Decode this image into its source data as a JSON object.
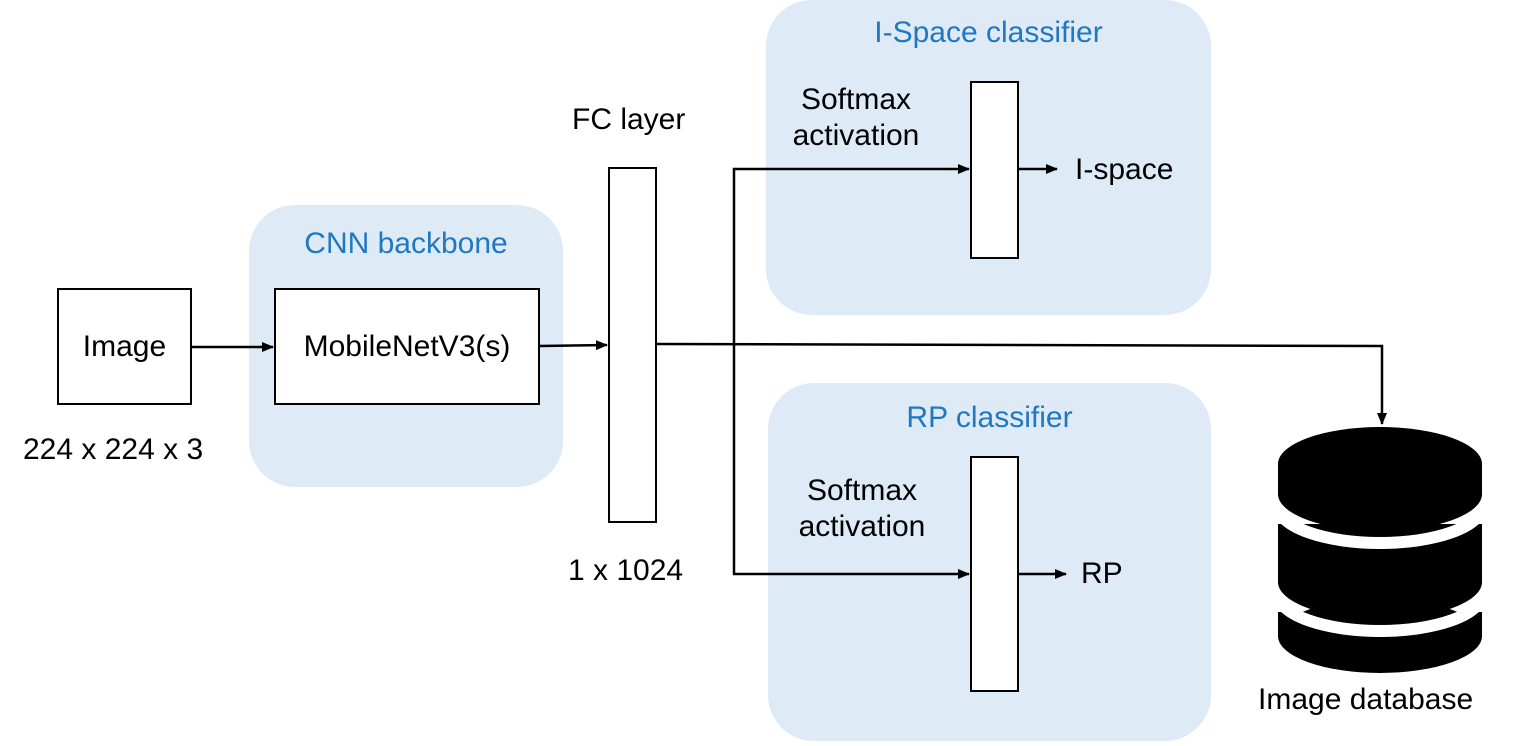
{
  "input": {
    "box_label": "Image",
    "dims": "224 x 224 x 3"
  },
  "backbone": {
    "title": "CNN backbone",
    "model_label": "MobileNetV3(s)"
  },
  "fc": {
    "title": "FC layer",
    "dims": "1 x 1024"
  },
  "ispace": {
    "title": "I-Space classifier",
    "activation_line1": "Softmax",
    "activation_line2": "activation",
    "output": "I-space"
  },
  "rp": {
    "title": "RP classifier",
    "activation_line1": "Softmax",
    "activation_line2": "activation",
    "output": "RP"
  },
  "database": {
    "label": "Image database",
    "icon": "database-icon"
  },
  "colors": {
    "panel_fill": "#deeaf6",
    "panel_title": "#1f78c1"
  }
}
